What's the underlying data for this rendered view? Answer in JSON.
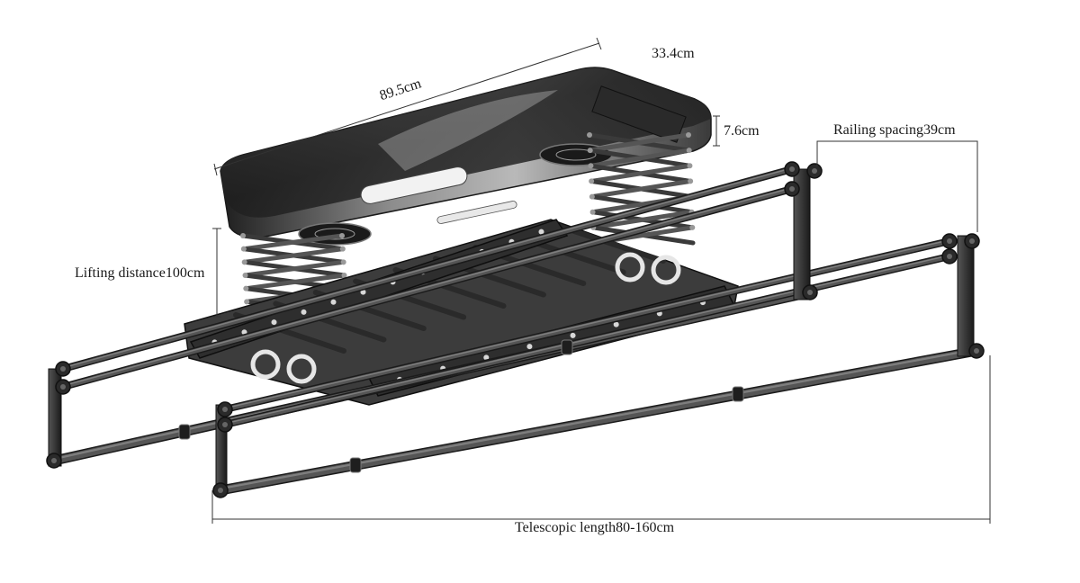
{
  "dimensions": {
    "length": "89.5cm",
    "width": "33.4cm",
    "height": "7.6cm",
    "railing_spacing": "Railing spacing39cm",
    "lifting_distance": "Lifting distance100cm",
    "telescopic_length": "Telescopic length80-160cm"
  },
  "colors": {
    "metal_dark": "#2a2a2a",
    "metal_mid": "#4a4a4a",
    "metal_light": "#8a8a8a",
    "dim_line": "#333333"
  }
}
